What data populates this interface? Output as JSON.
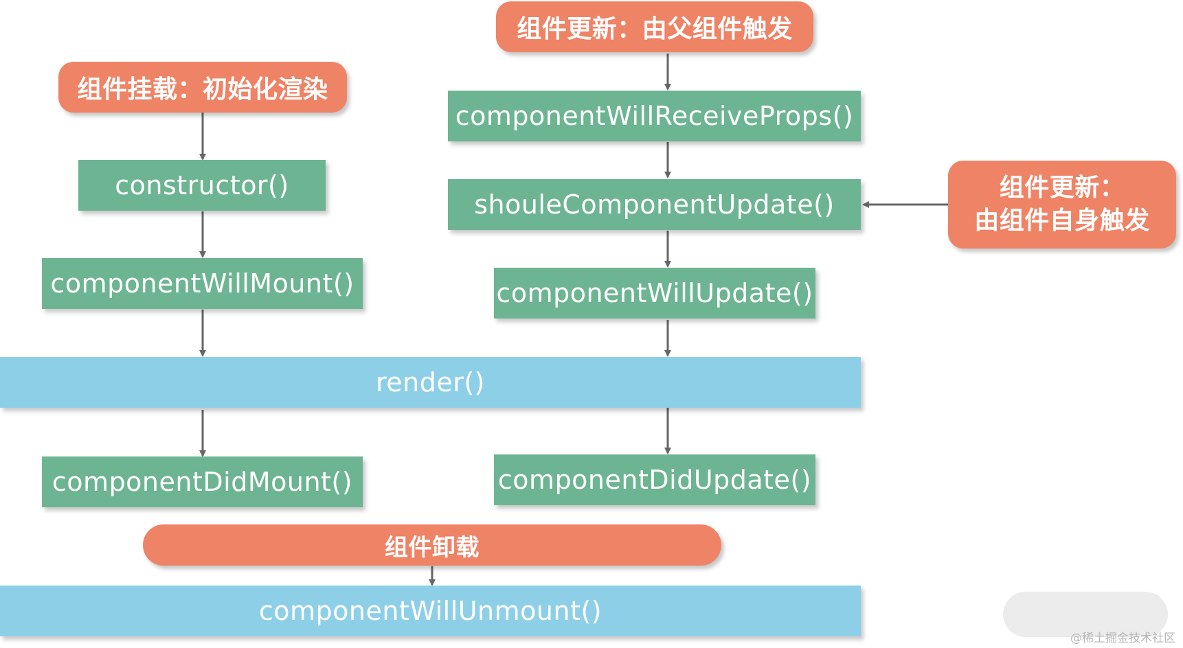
{
  "mount": {
    "header": "组件挂载：初始化渲染",
    "constructor": "constructor()",
    "will_mount": "componentWillMount()",
    "did_mount": "componentDidMount()"
  },
  "update": {
    "header_parent": "组件更新：由父组件触发",
    "header_self_line1": "组件更新：",
    "header_self_line2": "由组件自身触发",
    "will_receive_props": "componentWillReceiveProps()",
    "should_update": "shouleComponentUpdate()",
    "will_update": "componentWillUpdate()",
    "did_update": "componentDidUpdate()"
  },
  "render": "render()",
  "unmount": {
    "header": "组件卸载",
    "will_unmount": "componentWillUnmount()"
  },
  "watermark": "@稀土掘金技术社区",
  "colors": {
    "lifecycle_method": "#6db592",
    "render_phase": "#8ecfe8",
    "trigger": "#ef8366",
    "arrow": "#666666"
  }
}
